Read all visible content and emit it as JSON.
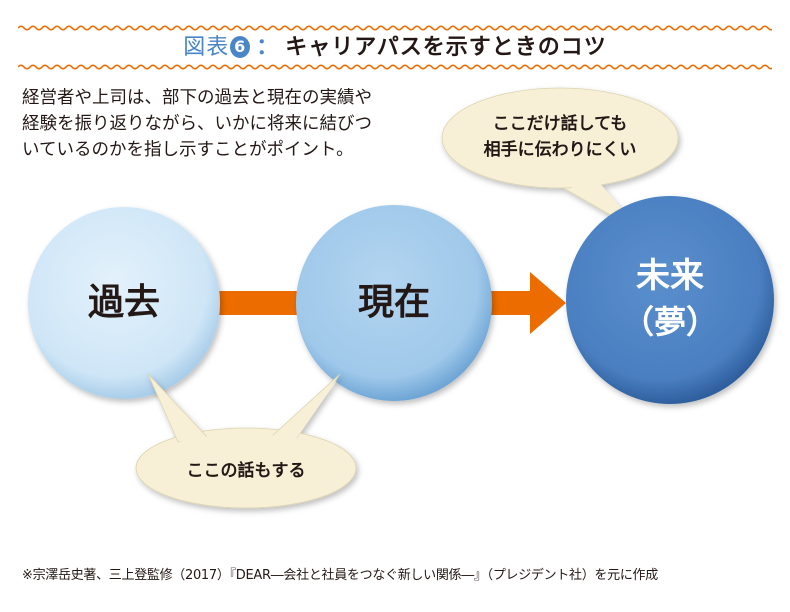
{
  "header": {
    "prefix": "図表",
    "number": "6",
    "colon": "：",
    "title": "キャリアパスを示すときのコツ"
  },
  "lead_text": [
    "経営者や上司は、部下の過去と現在の実績や",
    "経験を振り返りながら、いかに将来に結びつ",
    "いているのかを指し示すことがポイント。"
  ],
  "nodes": [
    {
      "id": "past",
      "label": "過去",
      "color": "#cfe6f7"
    },
    {
      "id": "present",
      "label": "現在",
      "color": "#9fc8ea"
    },
    {
      "id": "future",
      "label": "未来",
      "sublabel": "（夢）",
      "color": "#4a7fc1"
    }
  ],
  "callouts": [
    {
      "id": "future-callout",
      "lines": [
        "ここだけ話しても",
        "相手に伝わりにくい"
      ]
    },
    {
      "id": "past-present-callout",
      "lines": [
        "ここの話もする"
      ]
    }
  ],
  "colors": {
    "accent_orange": "#ec6c00",
    "title_blue": "#4a86c7",
    "bubble_fill": "#f7f0d6"
  },
  "footnote": "※宗澤岳史著、三上登監修（2017）『DEAR―会社と社員をつなぐ新しい関係―』（プレジデント社）を元に作成"
}
